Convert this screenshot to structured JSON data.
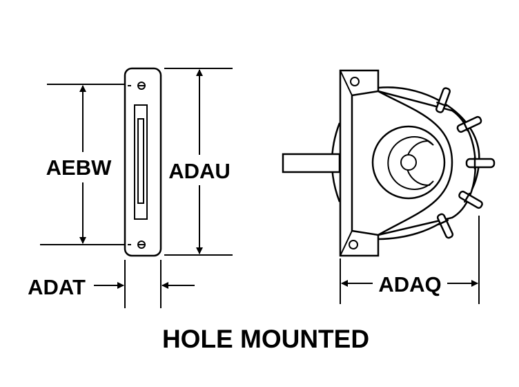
{
  "labels": {
    "aebw": "AEBW",
    "adau": "ADAU",
    "adat": "ADAT",
    "adaq": "ADAQ"
  },
  "caption": "HOLE MOUNTED",
  "colors": {
    "ink": "#000000",
    "paper": "#ffffff"
  }
}
